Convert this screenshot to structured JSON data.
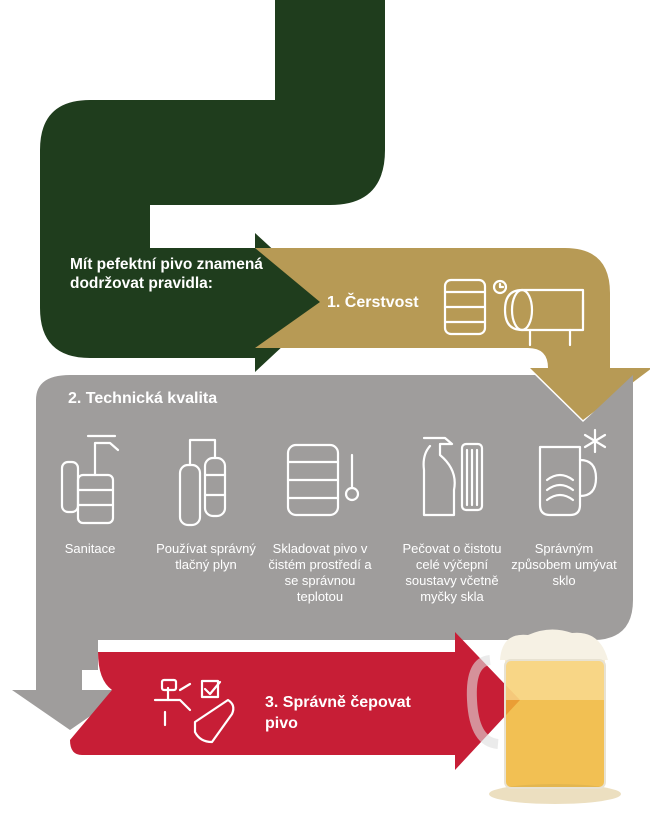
{
  "colors": {
    "green": "#1f3d1d",
    "gold": "#b79a55",
    "gray": "#9f9d9c",
    "red": "#c71e36",
    "line": "#ffffff"
  },
  "intro": {
    "text": "Mít pefektní pivo znamená dodržovat pravidla:"
  },
  "step1": {
    "title": "1. Čerstvost",
    "icons": [
      "keg-icon",
      "clock-icon",
      "tank-icon"
    ]
  },
  "step2": {
    "title": "2. Technická kvalita",
    "items": [
      {
        "label": "Sanitace",
        "icon": "sanitation-icon"
      },
      {
        "label": "Používat správný tlačný plyn",
        "icon": "gas-cylinder-icon"
      },
      {
        "label": "Skladovat pivo v čistém prostředí a se správnou teplotou",
        "icon": "keg-thermometer-icon"
      },
      {
        "label": "Pečovat o čistotu celé výčepní soustavy včetně myčky skla",
        "icon": "spray-brush-icon"
      },
      {
        "label": "Správným způsobem umývat sklo",
        "icon": "glass-wash-icon"
      }
    ]
  },
  "step3": {
    "title": "3. Správně čepovat pivo",
    "icons": [
      "tap-icon",
      "checkbox-icon",
      "beer-glass-icon"
    ]
  }
}
